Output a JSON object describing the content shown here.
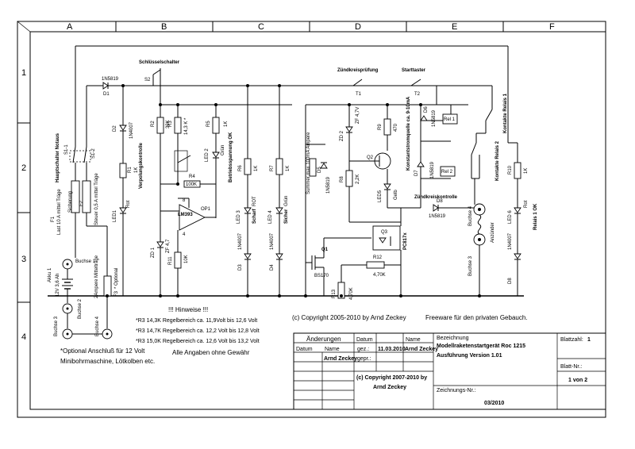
{
  "columns": [
    "A",
    "B",
    "C",
    "D",
    "E",
    "F"
  ],
  "rows": [
    "1",
    "2",
    "3",
    "4"
  ],
  "components": {
    "schluesselschalter": "Schlüsselschalter",
    "s2": "S2",
    "d1_type": "1N5819",
    "d1": "D1",
    "zuendkreispruefung": "Zündkreisprüfung",
    "t1": "T1",
    "starttaster": "Starttaster",
    "t2": "T2",
    "kontakte_relais1": "Kontakte Relais 1",
    "kontakte_relais2": "Kontakte Relais 2",
    "rel1": "Rel 1",
    "rel2": "Rel 2",
    "hauptschalter": "Hauptschalter Notaus",
    "s1_1": "S1-1",
    "s1_2": "S1-2",
    "verpolungskontrolle": "Verpolungskontrolle",
    "d2": "D2",
    "d2_type": "1N4007",
    "r1": "R1",
    "r1_val": "1K",
    "led1": "LED1",
    "led1_color": "Rot",
    "f1": "F1",
    "f1_desc": "Last 10 A mittel Träge",
    "f2": "F2",
    "f2_desc": "Steuer 0,5 A mittel Träge",
    "sicherung": "Sicherung",
    "buchse1": "Buchse 1",
    "akku1": "Akku 1",
    "akku_spec": "12V 3,6 Ah",
    "buchse2": "Buchse 2",
    "ampere_label": "2Ampere Mittelträge",
    "f3": "F3",
    "f3_note": "* Optional",
    "buchse3": "Buchse 3",
    "buchse4_bottom": "Buchse 4",
    "r2": "R2",
    "r2_val": "39K",
    "r3": "R3",
    "r3_val": "14,3 K *",
    "r4": "R4",
    "r4_val": "100K",
    "r5": "R5",
    "r5_val": "1K",
    "led2": "LED 2",
    "led2_color": "Grün",
    "betriebsspannung": "Betriebsspannung OK",
    "lm393": "LM393",
    "op1": "OP1",
    "pin8": "8",
    "pin4": "4",
    "zd1": "ZD 1",
    "zd1_val": "ZF 4,7",
    "r11": "R11",
    "r11_val": "10K",
    "r6": "R6",
    "r6_val": "1K",
    "led3": "LED 3",
    "led3_color": "ROT",
    "led3_desc": "Scharf",
    "d3": "D3",
    "d3_type": "1N4007",
    "r7": "R7",
    "r7_val": "1K",
    "led4": "LED 4",
    "led4_color": "Grün",
    "led4_desc": "Sicher",
    "d4": "D4",
    "d4_type": "1N4007",
    "summer": "Summer max 100mA Ampere",
    "d5": "D5",
    "d5_type": "1N5819",
    "zd2": "ZD 2",
    "zd2_val": "ZF 4,7V",
    "r8": "R8",
    "r8_val": "2,2K",
    "r9": "R9",
    "r9_val": "470",
    "q2": "Q2",
    "konstantstromquelle": "Konstantstromquelle ca. 9-10mA",
    "led5": "LED5",
    "led5_color": "Gelb",
    "q1": "Q1",
    "q1_type": "BS170",
    "r12": "R12",
    "r12_val": "4,70K",
    "r13": "R13",
    "r13_val": "4,70K",
    "q3": "Q3",
    "pc817": "PC817x",
    "zuendkreiskontrolle": "Zündkreiskontrolle",
    "d8_top": "D8",
    "d8_type": "1N5819",
    "d6": "D6",
    "d6_type": "1N5819",
    "d7": "D7",
    "d7_type": "1N5819",
    "buchse4": "Buchse 4",
    "anzuender": "Anzünder",
    "buchse3_right": "Buchse 3",
    "r10": "R10",
    "r10_val": "1K",
    "led6": "LED 6",
    "led6_color": "Rot",
    "relais_ok": "Relais 1 OK",
    "d8": "D8",
    "d8_bottom_type": "1N4007"
  },
  "notes": {
    "optional_line1": "*Optional  Anschluß  für 12 Volt",
    "optional_line2": "Minibohrmaschine, Lötkolben etc.",
    "hinweise_title": "!!! Hinweise !!!",
    "hinweis1": "*R3  14,3K Regelbereich ca. 11,9Volt bis 12,6 Volt",
    "hinweis2": "*R3  14,7K Regelbereich ca. 12,2 Volt bis 12,8 Volt",
    "hinweis3": "*R3  15,0K Regelbereich ca. 12,6 Volt bis 13,2 Volt",
    "gewaehr": "Alle Angaben ohne Gewähr",
    "copyright": "(c)  Copyright 2005-2010 by  Arnd Zeckey",
    "freeware": "Freeware für den privaten Gebauch."
  },
  "title_block": {
    "aenderungen": "Änderungen",
    "datum_header": "Datum",
    "name_header": "Name",
    "datum_label": "Datum",
    "name_label": "Name",
    "gez": "gez.:",
    "gepr": "gepr.:",
    "date_value": "11.03.2010",
    "author": "Arnd Zeckey",
    "author2": "Arnd Zeckey",
    "bezeichnung_label": "Bezeichnung",
    "title_line1": "Modellraketenstartgerät  Roc 1215",
    "title_line2": "Ausführung  Version 1.01",
    "blattzahl_label": "Blattzahl:",
    "blattzahl_value": "1",
    "blatt_nr_label": "Blatt-Nr.:",
    "blatt_nr_value": "1 von 2",
    "copyright_line1": "(c) Copyright 2007-2010  by",
    "copyright_line2": "Arnd Zeckey",
    "zeichnungs_nr_label": "Zeichnungs-Nr.:",
    "zeichnungs_nr_value": "03/2010"
  }
}
